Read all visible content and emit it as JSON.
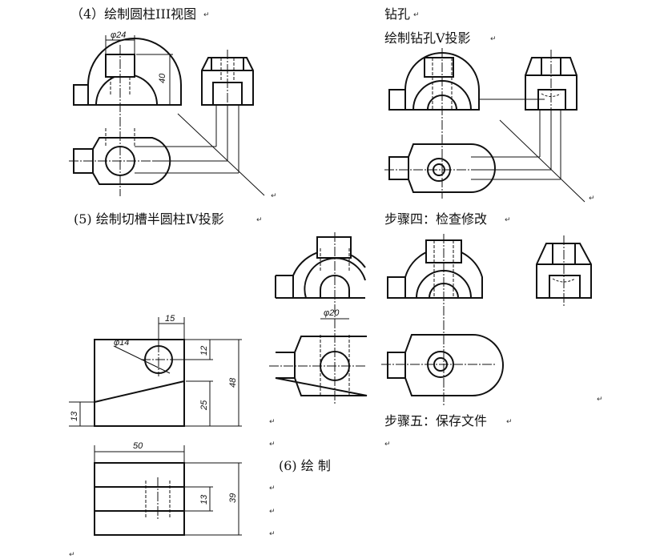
{
  "text": {
    "h4": "（4）绘制圆柱III视图",
    "drill": "钻孔",
    "h_drill_v": "绘制钻孔Ⅴ投影",
    "h5": "(5)  绘制切槽半圆柱Ⅳ投影",
    "step4": "步骤四：检查修改",
    "step5": "步骤五：保存文件",
    "h6": "(6)   绘  制"
  },
  "dimensions": {
    "d24": "φ24",
    "d40": "40",
    "d20": "φ20",
    "d15": "15",
    "d14": "φ14",
    "d12": "12",
    "d48": "48",
    "d25": "25",
    "d13a": "13",
    "d50": "50",
    "d13b": "13",
    "d39": "39"
  },
  "paragraph_mark": "↵"
}
